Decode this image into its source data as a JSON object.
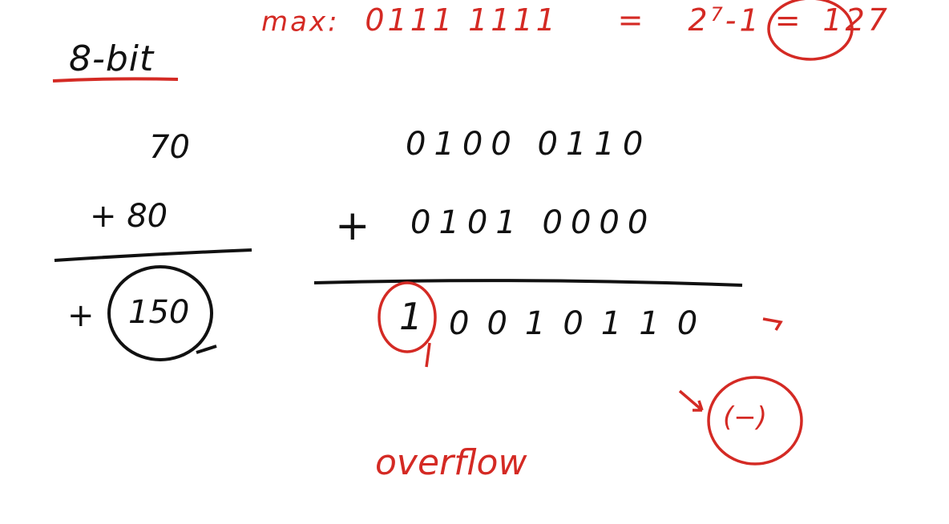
{
  "title": "8-bit",
  "max_line": {
    "label": "max:",
    "bits": "0111 1111",
    "equals": "=",
    "formula": "2",
    "exponent": "7",
    "formula_tail": "-1 =",
    "result": "127"
  },
  "decimal": {
    "a": "70",
    "b": "+ 80",
    "sum_sign": "+",
    "sum": "150"
  },
  "binary": {
    "a": "0100 0110",
    "b_sign": "+",
    "b": "0101 0000",
    "carry_bit": "1",
    "result_tail": "0010110"
  },
  "negative_note": "(−)",
  "overflow_note": "overflow",
  "colors": {
    "black_ink": "#111111",
    "red_ink": "#d42a24"
  }
}
